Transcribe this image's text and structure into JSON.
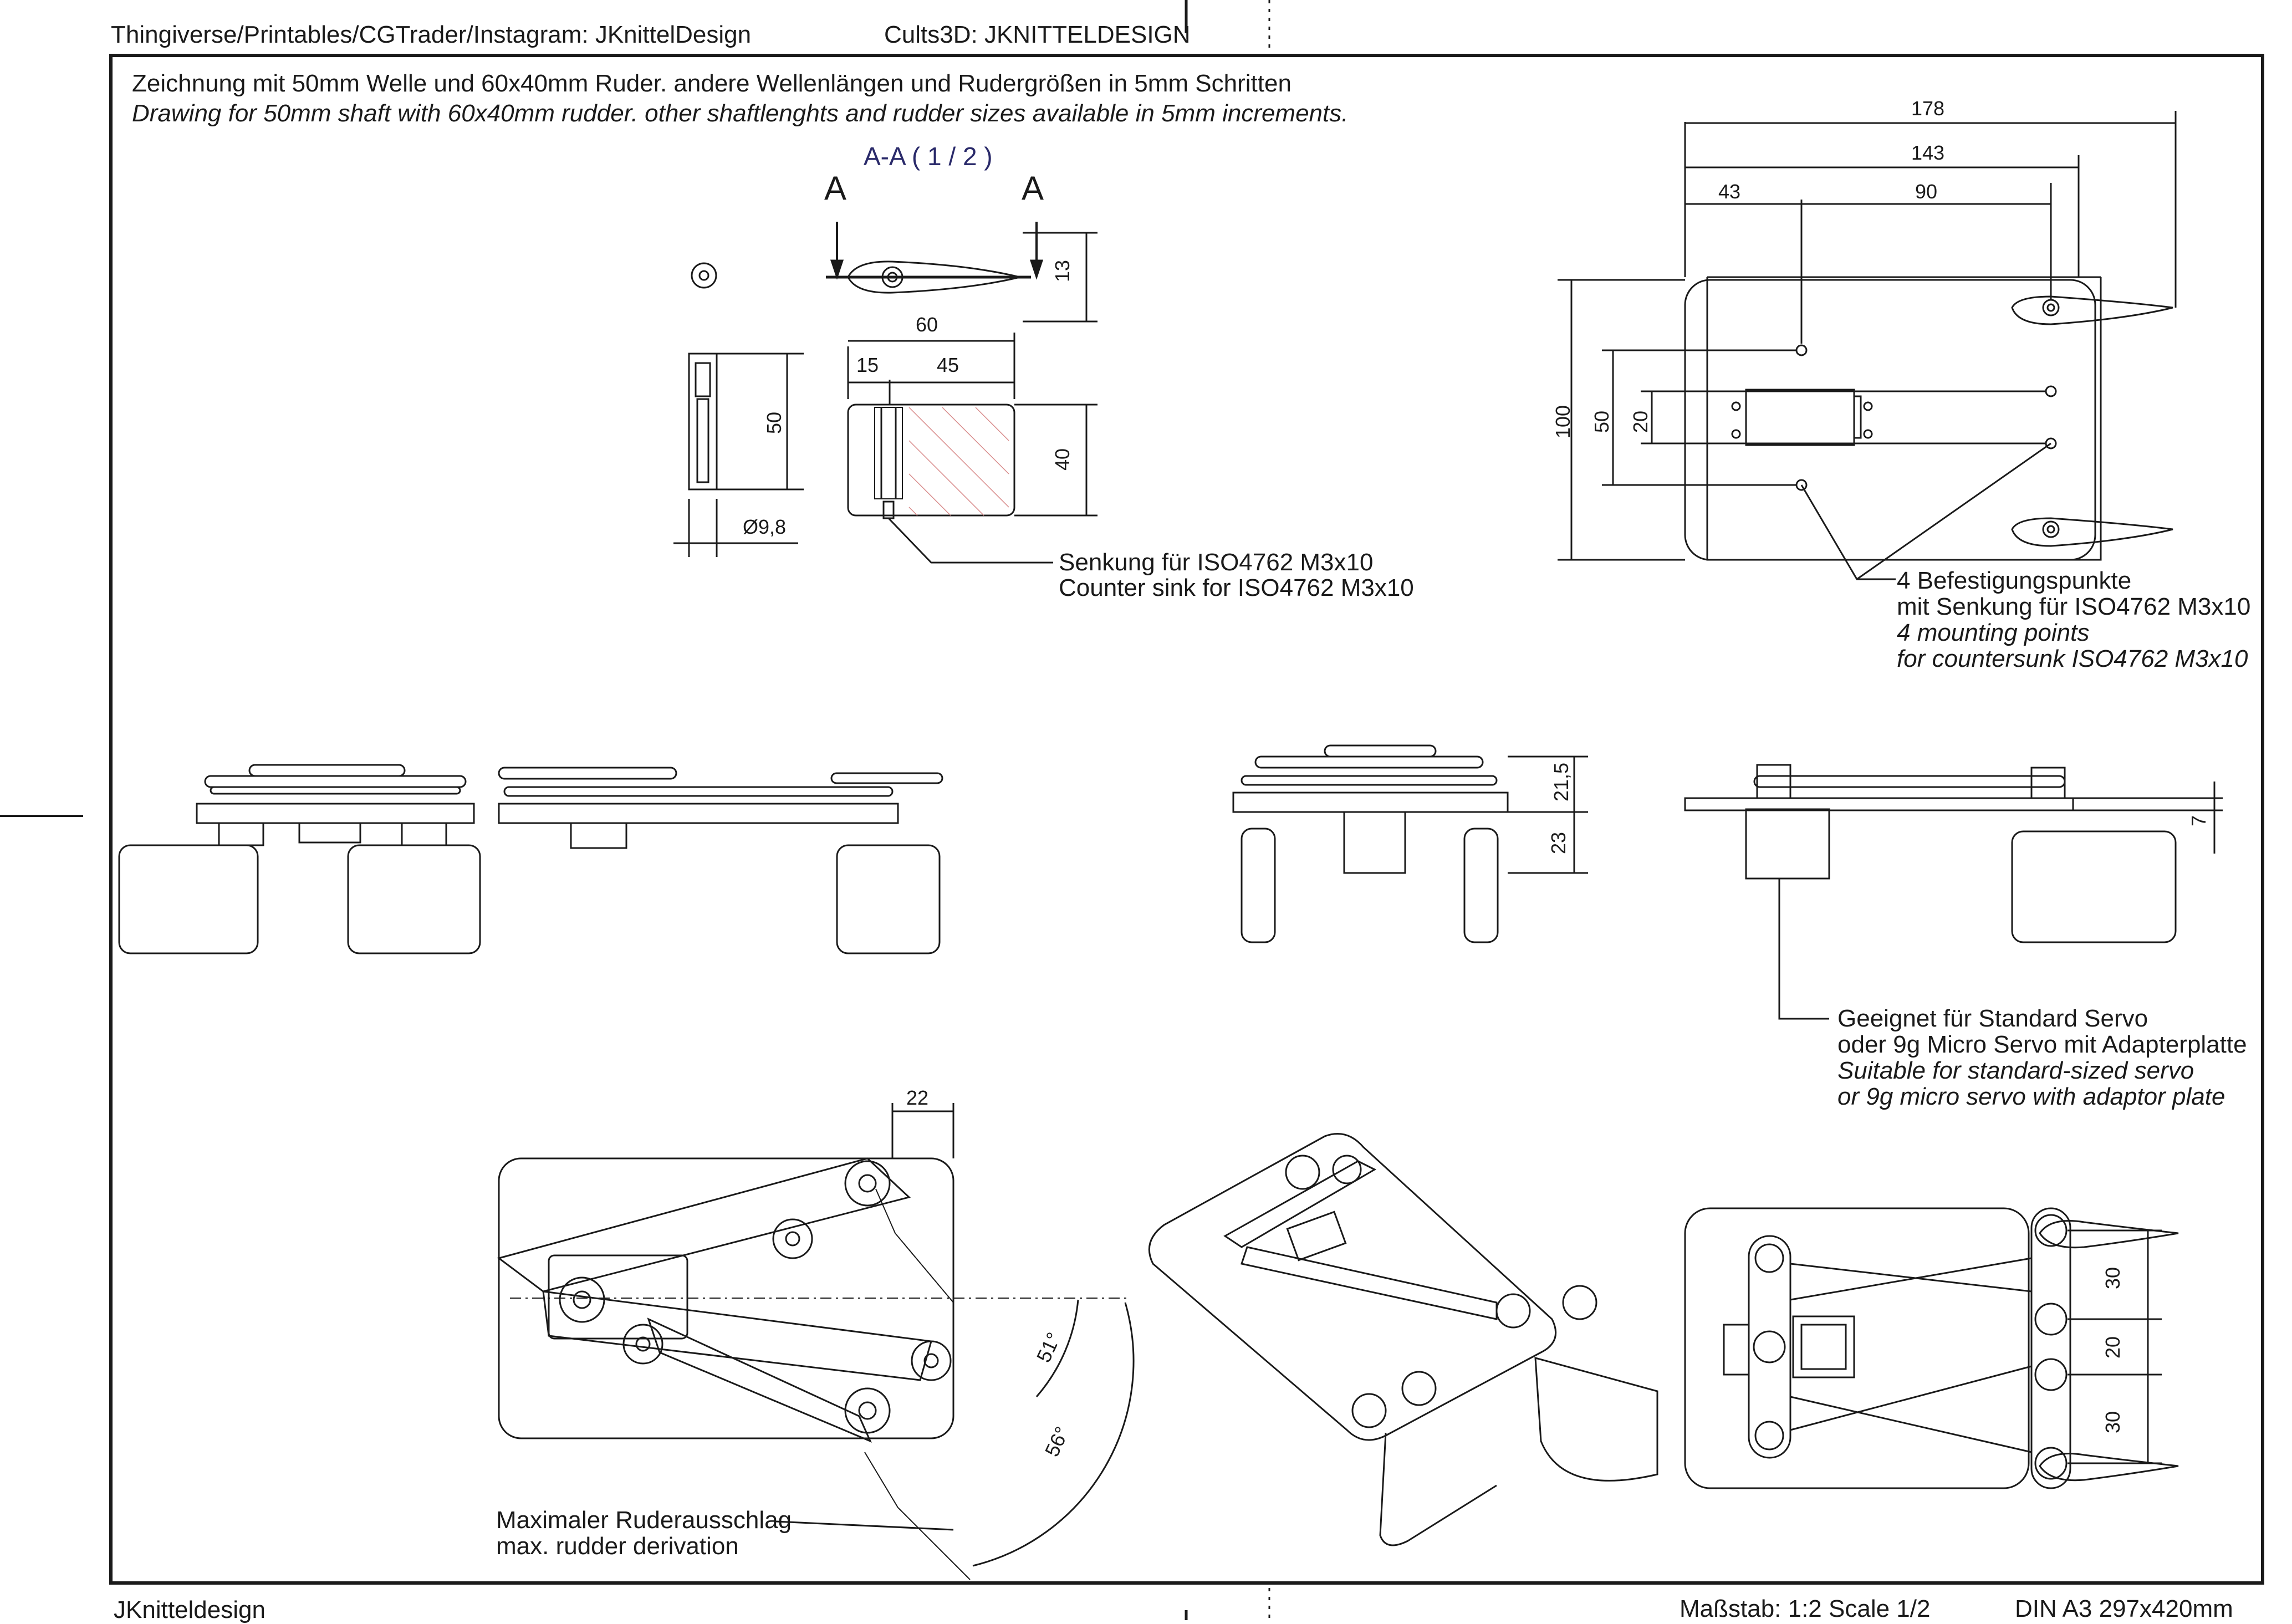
{
  "header": {
    "social_label": "Thingiverse/Printables/CGTrader/Instagram: JKnittelDesign",
    "cults_label": "Cults3D: JKNITTELDESIGN"
  },
  "description": {
    "german": "Zeichnung mit 50mm Welle und 60x40mm Ruder. andere Wellenlängen und Rudergrößen in 5mm Schritten",
    "english": "Drawing for 50mm shaft with 60x40mm rudder. other shaftlenghts and rudder sizes available in 5mm increments."
  },
  "section_view": {
    "title": "A-A ( 1 / 2 )",
    "marker_left": "A",
    "marker_right": "A"
  },
  "dimensions": {
    "rudder_thickness": "13",
    "rudder_width_total": "60",
    "rudder_offset": "15",
    "rudder_blade": "45",
    "rudder_height": "40",
    "shaft_length": "50",
    "shaft_diameter": "Ø9,8",
    "plate_178": "178",
    "plate_143": "143",
    "plate_43": "43",
    "plate_90": "90",
    "plate_100": "100",
    "plate_50": "50",
    "plate_20": "20",
    "side_21_5": "21,5",
    "side_23": "23",
    "side_7": "7",
    "link_22": "22",
    "angle_51": "51°",
    "angle_56": "56°",
    "spacing_30a": "30",
    "spacing_20": "20",
    "spacing_30b": "30"
  },
  "callouts": {
    "countersink_de": "Senkung für ISO4762 M3x10",
    "countersink_en": "Counter sink for ISO4762 M3x10",
    "mounting_de_1": "4 Befestigungspunkte",
    "mounting_de_2": "mit Senkung für ISO4762 M3x10",
    "mounting_en_1": "4 mounting points",
    "mounting_en_2": "for countersunk ISO4762 M3x10",
    "servo_de_1": "Geeignet für Standard Servo",
    "servo_de_2": "oder 9g Micro Servo mit Adapterplatte",
    "servo_en_1": "Suitable for standard-sized servo",
    "servo_en_2": "or 9g micro servo with adaptor plate",
    "deflection_de": "Maximaler Ruderausschlag",
    "deflection_en": "max. rudder derivation"
  },
  "footer": {
    "author": "JKnitteldesign",
    "scale": "Maßstab: 1:2  Scale 1/2",
    "format": "DIN A3  297x420mm"
  }
}
